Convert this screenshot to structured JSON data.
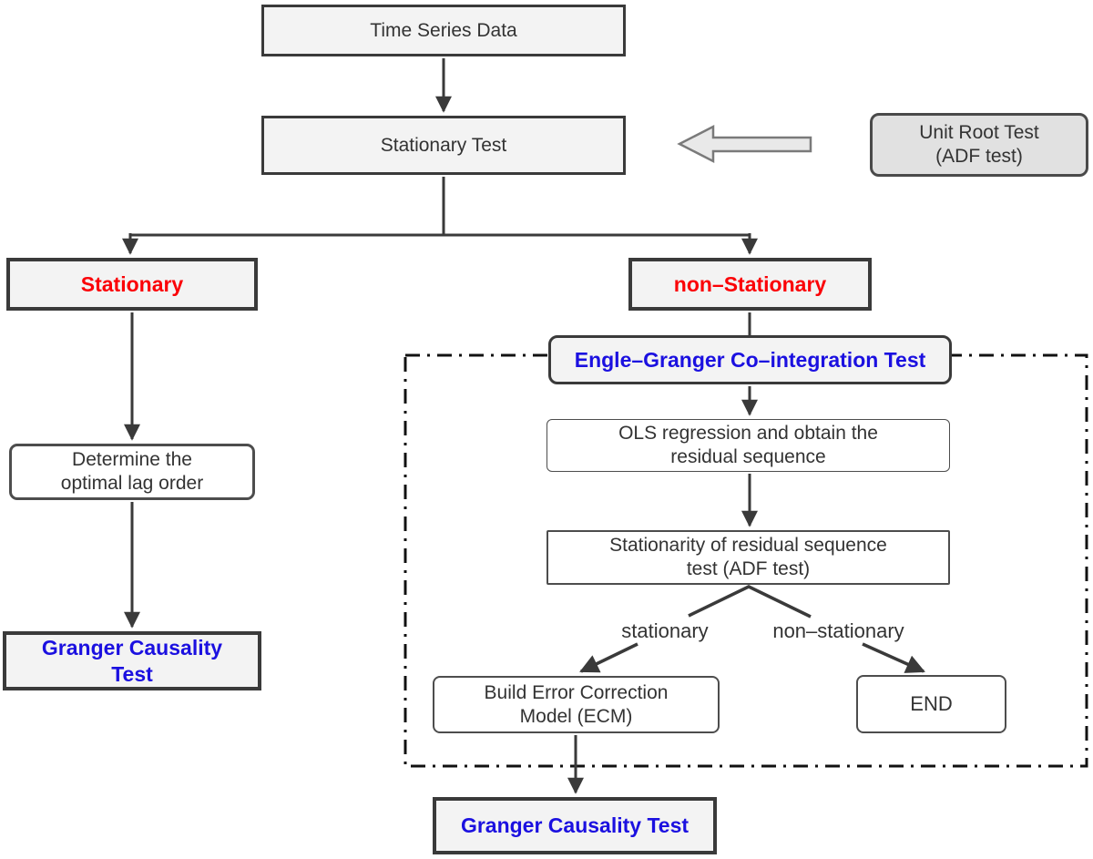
{
  "diagram": {
    "nodes": {
      "time_series": "Time Series Data",
      "stationary_test": "Stationary Test",
      "unit_root": "Unit Root Test\n(ADF test)",
      "stationary": "Stationary",
      "non_stationary": "non–Stationary",
      "determine_lag": "Determine the\noptimal lag order",
      "granger_left": "Granger Causality\nTest",
      "engle_granger": "Engle–Granger Co–integration Test",
      "ols": "OLS regression and obtain the\nresidual sequence",
      "residual_adf": "Stationarity of residual sequence\ntest  (ADF test)",
      "ecm": "Build Error Correction\nModel (ECM)",
      "end": "END",
      "granger_bottom": "Granger Causality Test"
    },
    "edge_labels": {
      "stationary": "stationary",
      "non_stationary": "non–stationary"
    },
    "colors": {
      "box_fill_gray": "#f3f3f3",
      "box_fill_darker_gray": "#e1e1e1",
      "box_fill_white": "#ffffff",
      "border": "#3a3a3a",
      "text": "#333333",
      "red": "#fb0006",
      "blue": "#1b10e0",
      "arrow": "#3a3a3a"
    }
  }
}
